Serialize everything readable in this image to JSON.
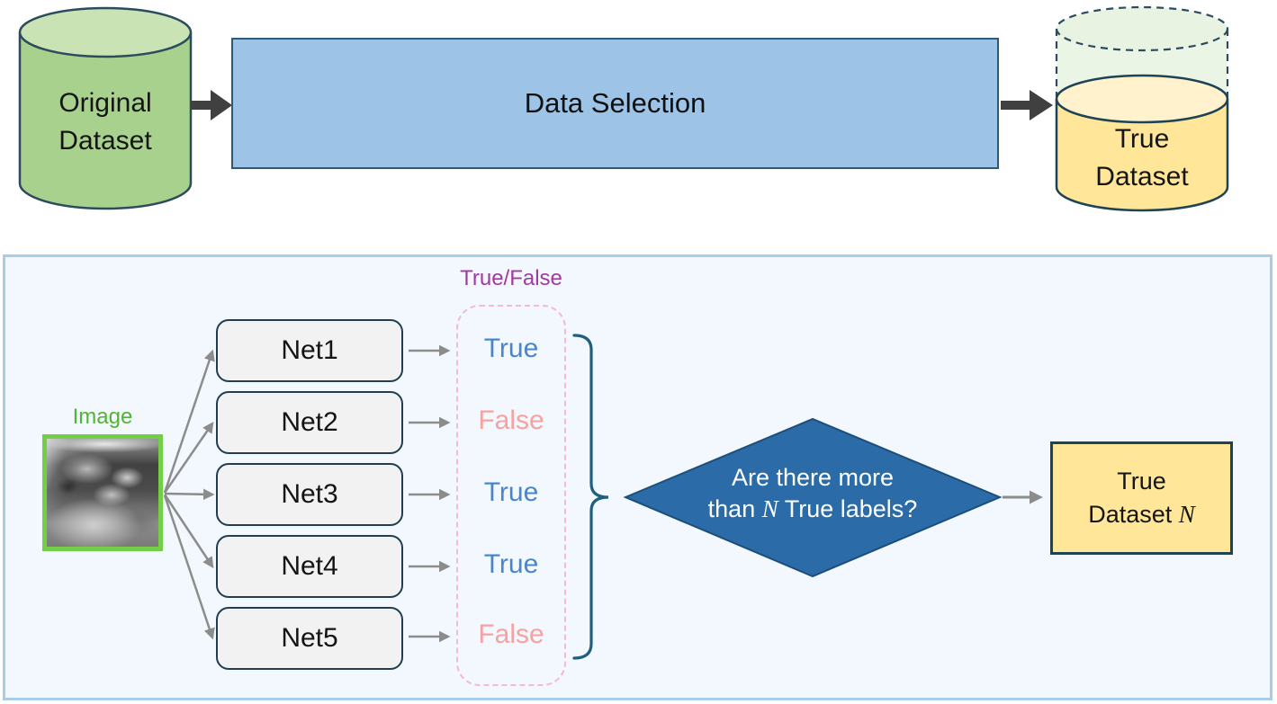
{
  "top_flow": {
    "original_dataset": {
      "line1": "Original",
      "line2": "Dataset"
    },
    "data_selection_label": "Data Selection",
    "true_dataset": {
      "line1": "True",
      "line2": "Dataset"
    }
  },
  "selection_panel": {
    "image_label": "Image",
    "nets": [
      {
        "label": "Net1"
      },
      {
        "label": "Net2"
      },
      {
        "label": "Net3"
      },
      {
        "label": "Net4"
      },
      {
        "label": "Net5"
      }
    ],
    "true_false_title": "True/False",
    "results": [
      {
        "label": "True",
        "color": "#4a86cc"
      },
      {
        "label": "False",
        "color": "#f7a2a2"
      },
      {
        "label": "True",
        "color": "#4a86cc"
      },
      {
        "label": "True",
        "color": "#4a86cc"
      },
      {
        "label": "False",
        "color": "#f7a2a2"
      }
    ],
    "decision": {
      "line1": "Are there more",
      "line2_pre": "than ",
      "n_var": "N",
      "line2_post": " True labels?"
    },
    "output_box": {
      "line1": "True",
      "line2_pre": "Dataset ",
      "n_var": "N"
    }
  },
  "colors": {
    "original_cylinder_fill": "#a9d18e",
    "original_cylinder_top": "#c9e3b4",
    "cylinder_outline": "#2c4c5e",
    "data_selection_fill": "#9dc3e6",
    "data_selection_border": "#2a5a7e",
    "true_cylinder_fill": "#ffe699",
    "true_cylinder_top": "#fff2cc",
    "ghost_cylinder_fill": "#e8f3e2",
    "panel_background": "#f2f8fd",
    "panel_border": "#a9cce9",
    "net_box_fill": "#f2f2f2",
    "net_box_border": "#223d4e",
    "diamond_fill": "#2b6ca8",
    "true_text": "#4a86cc",
    "false_text": "#f7a2a2",
    "true_false_title": "#a23aa3",
    "dashed_pink": "#f3b9da",
    "image_green": "#71ce45",
    "brace": "#1f5f7f",
    "arrow_gray": "#8c8c8c",
    "arrow_dark": "#404040"
  }
}
